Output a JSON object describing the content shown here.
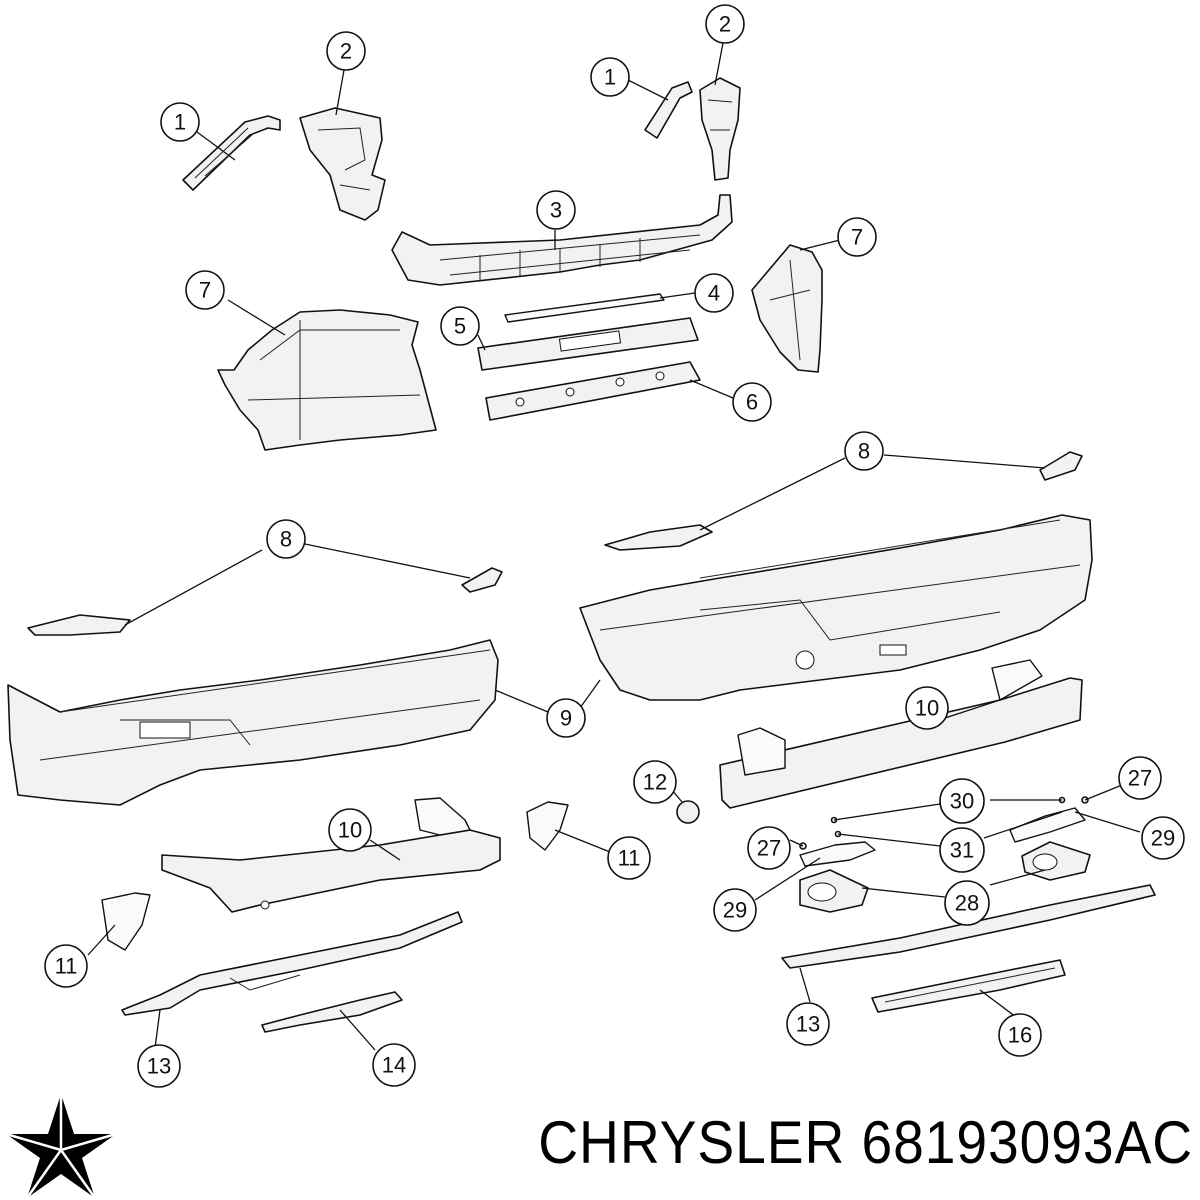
{
  "footer": {
    "brand": "CHRYSLER",
    "part_number": "68193093AC"
  },
  "logo": {
    "icon": "chrysler-pentastar-icon",
    "color": "#000000"
  },
  "diagram": {
    "line_color": "#111111",
    "callouts": [
      {
        "id": "c1a",
        "label": "1"
      },
      {
        "id": "c2a",
        "label": "2"
      },
      {
        "id": "c1b",
        "label": "1"
      },
      {
        "id": "c2b",
        "label": "2"
      },
      {
        "id": "c3",
        "label": "3"
      },
      {
        "id": "c7a",
        "label": "7"
      },
      {
        "id": "c7b",
        "label": "7"
      },
      {
        "id": "c4",
        "label": "4"
      },
      {
        "id": "c5",
        "label": "5"
      },
      {
        "id": "c6",
        "label": "6"
      },
      {
        "id": "c8a",
        "label": "8"
      },
      {
        "id": "c8b",
        "label": "8"
      },
      {
        "id": "c9",
        "label": "9"
      },
      {
        "id": "c10a",
        "label": "10"
      },
      {
        "id": "c10b",
        "label": "10"
      },
      {
        "id": "c12",
        "label": "12"
      },
      {
        "id": "c11a",
        "label": "11"
      },
      {
        "id": "c11b",
        "label": "11"
      },
      {
        "id": "c27a",
        "label": "27"
      },
      {
        "id": "c30",
        "label": "30"
      },
      {
        "id": "c31",
        "label": "31"
      },
      {
        "id": "c29a",
        "label": "29"
      },
      {
        "id": "c27b",
        "label": "27"
      },
      {
        "id": "c29b",
        "label": "29"
      },
      {
        "id": "c28",
        "label": "28"
      },
      {
        "id": "c13a",
        "label": "13"
      },
      {
        "id": "c14",
        "label": "14"
      },
      {
        "id": "c13b",
        "label": "13"
      },
      {
        "id": "c16",
        "label": "16"
      }
    ]
  }
}
